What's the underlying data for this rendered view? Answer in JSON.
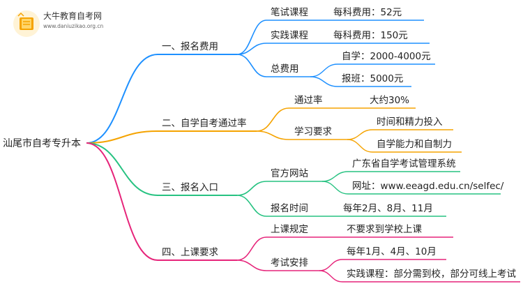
{
  "brand": {
    "name": "大牛教育自考网",
    "url": "www.daniuzikao.org.cn"
  },
  "colors": {
    "blue": "#1e90ff",
    "orange": "#f5a300",
    "green": "#26c281",
    "pink": "#e6247a"
  },
  "root": "汕尾市自考专升本",
  "branches": [
    {
      "label": "一、报名费用",
      "color": "blue",
      "children": [
        {
          "label": "笔试课程",
          "children": [
            {
              "label": "每科费用：52元"
            }
          ]
        },
        {
          "label": "实践课程",
          "children": [
            {
              "label": "每科费用：150元"
            }
          ]
        },
        {
          "label": "总费用",
          "children": [
            {
              "label": "自学：2000-4000元"
            },
            {
              "label": "报班：5000元"
            }
          ]
        }
      ]
    },
    {
      "label": "二、自学自考通过率",
      "color": "orange",
      "children": [
        {
          "label": "通过率",
          "children": [
            {
              "label": "大约30%"
            }
          ]
        },
        {
          "label": "学习要求",
          "children": [
            {
              "label": "时间和精力投入"
            },
            {
              "label": "自学能力和自制力"
            }
          ]
        }
      ]
    },
    {
      "label": "三、报名入口",
      "color": "green",
      "children": [
        {
          "label": "官方网站",
          "children": [
            {
              "label": "广东省自学考试管理系统"
            },
            {
              "label": "网址：www.eeagd.edu.cn/selfec/"
            }
          ]
        },
        {
          "label": "报名时间",
          "children": [
            {
              "label": "每年2月、8月、11月"
            }
          ]
        }
      ]
    },
    {
      "label": "四、上课要求",
      "color": "pink",
      "children": [
        {
          "label": "上课规定",
          "children": [
            {
              "label": "不要求到学校上课"
            }
          ]
        },
        {
          "label": "考试安排",
          "children": [
            {
              "label": "每年1月、4月、10月"
            },
            {
              "label": "实践课程：部分需到校，部分可线上考试"
            }
          ]
        }
      ]
    }
  ]
}
